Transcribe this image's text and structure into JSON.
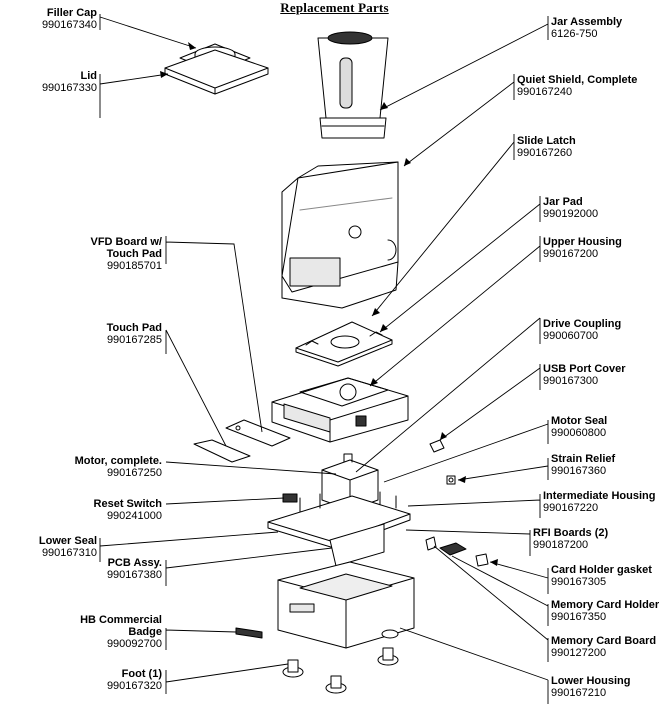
{
  "title": "Replacement Parts",
  "parts": {
    "filler_cap": {
      "name": "Filler Cap",
      "pn": "990167340"
    },
    "lid": {
      "name": "Lid",
      "pn": "990167330"
    },
    "vfd_board": {
      "name1": "VFD Board w/",
      "name2": "Touch Pad",
      "pn": "990185701"
    },
    "touch_pad": {
      "name": "Touch Pad",
      "pn": "990167285"
    },
    "motor": {
      "name": "Motor, complete.",
      "pn": "990167250"
    },
    "reset_switch": {
      "name": "Reset Switch",
      "pn": "990241000"
    },
    "lower_seal": {
      "name": "Lower Seal",
      "pn": "990167310"
    },
    "pcb_assy": {
      "name": "PCB Assy.",
      "pn": "990167380"
    },
    "hb_badge": {
      "name1": "HB Commercial",
      "name2": "Badge",
      "pn": "990092700"
    },
    "foot": {
      "name": "Foot (1)",
      "pn": "990167320"
    },
    "jar_assembly": {
      "name": "Jar Assembly",
      "pn": "6126-750"
    },
    "quiet_shield": {
      "name": "Quiet Shield, Complete",
      "pn": "990167240"
    },
    "slide_latch": {
      "name": "Slide Latch",
      "pn": "990167260"
    },
    "jar_pad": {
      "name": "Jar Pad",
      "pn": "990192000"
    },
    "upper_housing": {
      "name": "Upper Housing",
      "pn": "990167200"
    },
    "drive_coupling": {
      "name": "Drive Coupling",
      "pn": "990060700"
    },
    "usb_cover": {
      "name": "USB Port Cover",
      "pn": "990167300"
    },
    "motor_seal": {
      "name": "Motor Seal",
      "pn": "990060800"
    },
    "strain_relief": {
      "name": "Strain Relief",
      "pn": "990167360"
    },
    "intermediate_housing": {
      "name": "Intermediate Housing",
      "pn": "990167220"
    },
    "rfi_boards": {
      "name": "RFI Boards (2)",
      "pn": "990187200"
    },
    "card_gasket": {
      "name": "Card Holder gasket",
      "pn": "990167305"
    },
    "memory_holder": {
      "name": "Memory Card Holder",
      "pn": "990167350"
    },
    "memory_board": {
      "name": "Memory Card Board",
      "pn": "990127200"
    },
    "lower_housing": {
      "name": "Lower Housing",
      "pn": "990167210"
    }
  }
}
